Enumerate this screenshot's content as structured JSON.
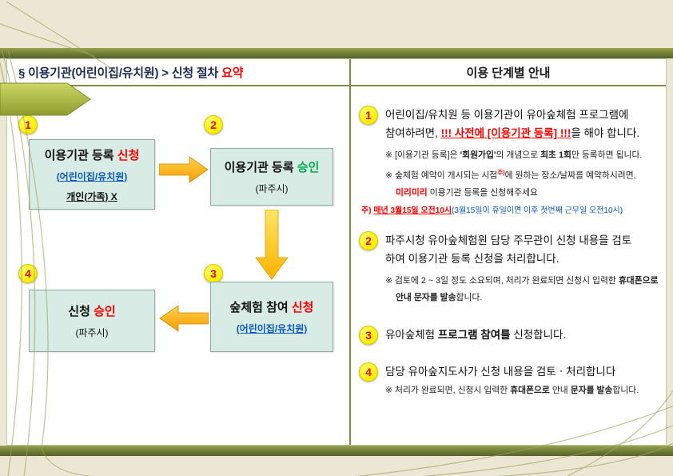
{
  "colors": {
    "background": "#ece7d5",
    "bar_olive": "#6f7c36",
    "panel_border": "#7f8c3f",
    "box_fill": "#d8ebe4",
    "box_border": "#8faaa3",
    "badge_yellow": "#ffff00",
    "accent_red": "#ff0000",
    "accent_blue": "#0a57c2",
    "accent_green": "#00b050",
    "arrow_orange": "#ffb300",
    "arrow_yellow": "#ffd94d",
    "title_navy": "#1b2a55"
  },
  "left_panel": {
    "title_prefix": "§ 이용기관(어린이집/유치원) > 신청 절차 ",
    "title_accent": "요약",
    "steps": {
      "n1": "1",
      "n2": "2",
      "n3": "3",
      "n4": "4"
    },
    "box1": {
      "line1_a": "이용기관 등록 ",
      "line1_b": "신청",
      "line2": "(어린이집/유치원)",
      "line3": "개인(가족) X"
    },
    "box2": {
      "line1_a": "이용기관 등록 ",
      "line1_b": "승인",
      "line2": "(파주시)"
    },
    "box3": {
      "line1_a": "숲체험 참여 ",
      "line1_b": "신청",
      "line2": "(어린이집/유치원)"
    },
    "box4": {
      "line1_a": "신청 ",
      "line1_b": "승인",
      "line2": "(파주시)"
    }
  },
  "right_panel": {
    "title": "이용 단계별 안내",
    "item1": {
      "num": "1",
      "line1": "어린이집/유치원 등 이용기관이 유아숲체험 프로그램에",
      "line2_a": "참여하려면, ",
      "line2_b": "!!! 사전에 [이용기관 등록] !!!",
      "line2_c": "을 해야 합니다.",
      "note1_a": "※ [이용기관 등록]은 ",
      "note1_b": "'회원가입'",
      "note1_c": "의 개념으로 ",
      "note1_d": "최초 1회",
      "note1_e": "만 등록하면 됩니다.",
      "note2_a": "※ 숲체험 예약이 개시되는 시점",
      "note2_sup": "주)",
      "note2_b": "에 원하는 장소/날짜를 예약하시려면,",
      "note2_c": "미리미리",
      "note2_d": " 이용기관 등록을 신청해주세요",
      "note3_a": "주) ",
      "note3_b": "매년 3월15일 오전10시",
      "note3_c": "(3월15일이 휴일이면 이후 첫번째 근무일 오전10시)"
    },
    "item2": {
      "num": "2",
      "line1": "파주시청 유아숲체험원 담당 주무관이 신청 내용을 검토",
      "line2": "하여 이용기관 등록 신청을 처리합니다.",
      "note1_a": "※ 검토에 2 ~ 3일 정도 소요되며, 처리가 완료되면 신청시 입력한 ",
      "note1_b": "휴대폰으로",
      "note1_c": "안내 문자를 발송",
      "note1_d": "합니다."
    },
    "item3": {
      "num": "3",
      "line1_a": "유아숲체험 ",
      "line1_b": "프로그램 참여를",
      "line1_c": " 신청합니다."
    },
    "item4": {
      "num": "4",
      "line1": "담당 유아숲지도사가 신청 내용을 검토ㆍ처리합니다",
      "note1_a": "※ 처리가 완료되면, 신청시 입력한 ",
      "note1_b": "휴대폰으로",
      "note1_c": " 안내 ",
      "note1_d": "문자를 발송",
      "note1_e": "합니다."
    }
  }
}
